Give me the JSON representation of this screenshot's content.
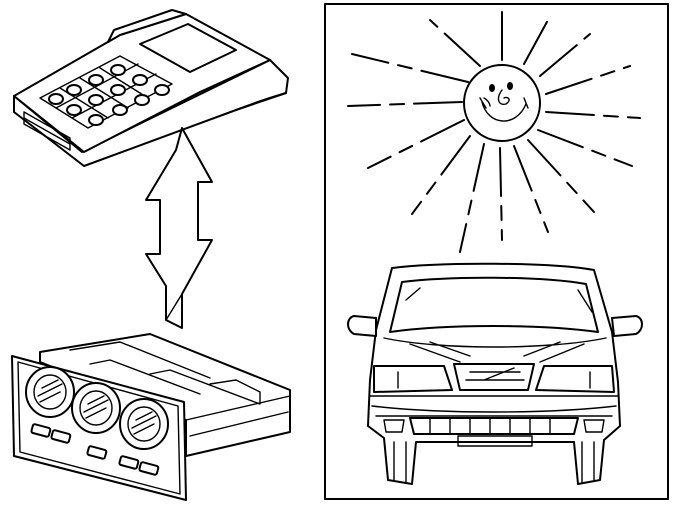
{
  "figure": {
    "panels": [
      {
        "id": "diagnostic-tool",
        "depicts": "hand-held-diagnostic-tester"
      },
      {
        "id": "data-exchange",
        "depicts": "double-headed-arrow"
      },
      {
        "id": "climate-control",
        "depicts": "climate-control-panel"
      },
      {
        "id": "sun-and-car",
        "depicts": "sun-over-car"
      }
    ],
    "colors": {
      "line": "#000000",
      "background": "#ffffff"
    }
  }
}
